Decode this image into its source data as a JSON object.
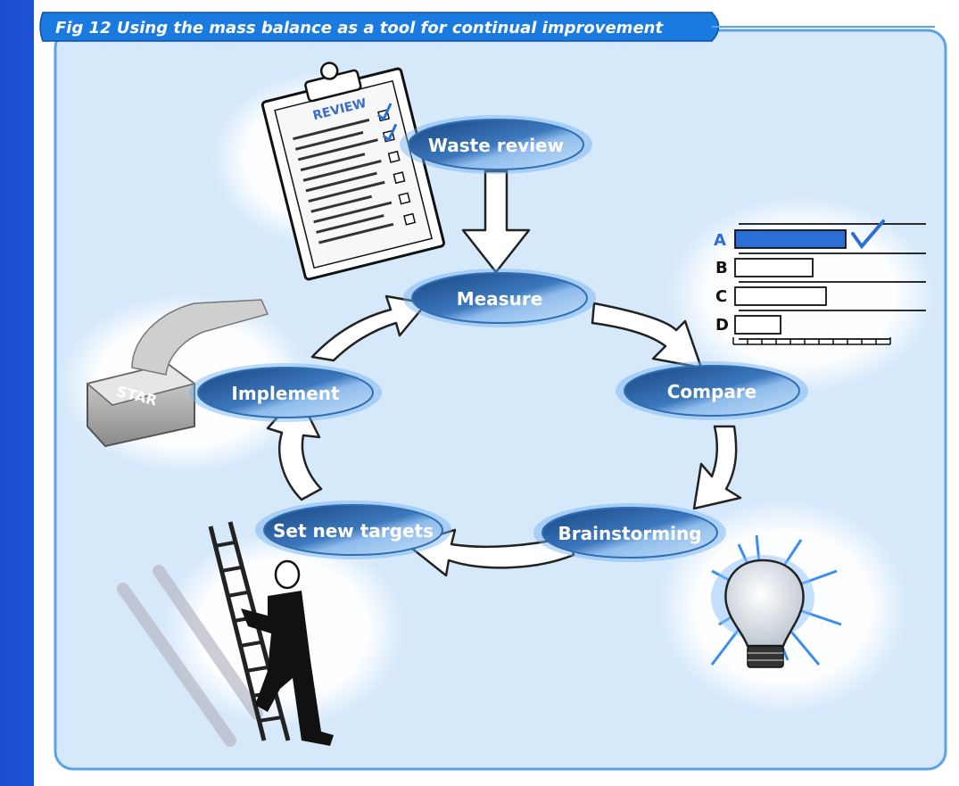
{
  "figure": {
    "title": "Fig 12  Using the mass balance as a tool for continual improvement"
  },
  "cycle": {
    "nodes": [
      {
        "id": "waste-review",
        "label": "Waste review"
      },
      {
        "id": "measure",
        "label": "Measure"
      },
      {
        "id": "compare",
        "label": "Compare"
      },
      {
        "id": "brainstorming",
        "label": "Brainstorming"
      },
      {
        "id": "set-new-targets",
        "label": "Set new targets"
      },
      {
        "id": "implement",
        "label": "Implement"
      }
    ]
  },
  "illustrations": {
    "clipboard": {
      "heading": "REVIEW",
      "icon": "clipboard-checklist"
    },
    "bar_chart": {
      "rows": [
        "A",
        "B",
        "C",
        "D"
      ],
      "values": [
        0.85,
        0.6,
        0.7,
        0.35
      ],
      "checked": "A",
      "icon": "bar-chart-comparison"
    },
    "start_button": {
      "label": "STAR",
      "icon": "finger-pressing-start-button"
    },
    "ladder": {
      "icon": "person-climbing-ladder"
    },
    "lightbulb": {
      "icon": "glowing-lightbulb"
    }
  },
  "colors": {
    "panel_fill": "#d6e9fb",
    "panel_border": "#5aa3e8",
    "node_dark": "#1e4f8f",
    "node_light": "#a9cdf2",
    "title_bar": "#1a7ae0"
  }
}
